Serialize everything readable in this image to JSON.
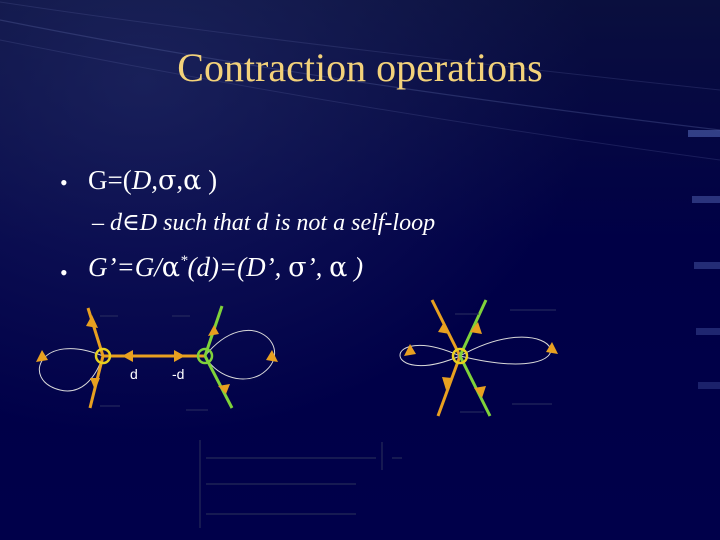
{
  "title": "Contraction operations",
  "bullets": {
    "b1": "•",
    "b2": "•",
    "item1_prefix": "G=(",
    "item1_italic": "D,",
    "item1_sigma": "σ",
    "item1_comma": ",",
    "item1_alpha": "α",
    "item1_close": " )",
    "item2_dash": "–",
    "item2_d": "d",
    "item2_in": "∈",
    "item2_rest": "D such that d is not a self-loop",
    "item3_a": "G’=G/",
    "item3_alpha": "α",
    "item3_star": "*",
    "item3_b": "(d)=(D’, ",
    "item3_sigma": "σ",
    "item3_c": "’, ",
    "item3_alpha2": "α",
    "item3_close": " )"
  },
  "diagram": {
    "label_d": "d",
    "label_minus_d": "-d",
    "colors": {
      "left_edges": "#e8a020",
      "right_edges": "#7fd23a",
      "edge_d": "#e8a020",
      "loop": "#d9d9d9",
      "arrow": "#e8a020"
    }
  }
}
